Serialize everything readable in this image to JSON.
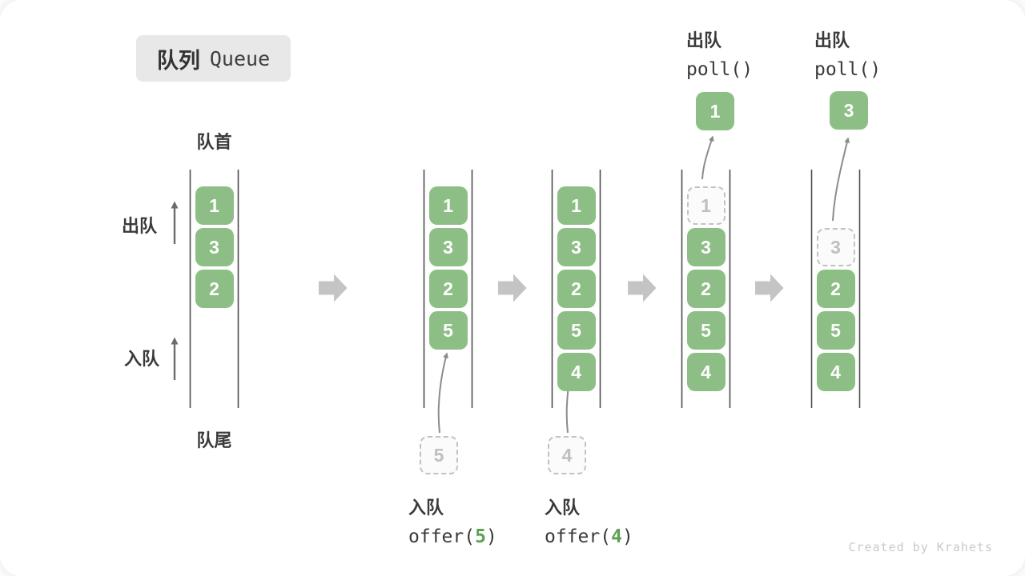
{
  "title": {
    "zh": "队列",
    "en": "Queue"
  },
  "labels": {
    "front": "队首",
    "rear": "队尾",
    "dequeue": "出队",
    "enqueue": "入队"
  },
  "colors": {
    "cell_green": "#8dbe85",
    "code_green": "#5ea154",
    "flow_arrow_gray": "#c4c4c4",
    "wall_gray": "#4d4d4d"
  },
  "queues": [
    {
      "slots": [
        {
          "v": "1",
          "state": "filled"
        },
        {
          "v": "3",
          "state": "filled"
        },
        {
          "v": "2",
          "state": "filled"
        }
      ]
    },
    {
      "slots": [
        {
          "v": "1",
          "state": "filled"
        },
        {
          "v": "3",
          "state": "filled"
        },
        {
          "v": "2",
          "state": "filled"
        },
        {
          "v": "5",
          "state": "filled"
        }
      ],
      "staged": {
        "v": "5"
      },
      "op": {
        "label": "入队",
        "pre": "offer(",
        "arg": "5",
        "post": ")"
      }
    },
    {
      "slots": [
        {
          "v": "1",
          "state": "filled"
        },
        {
          "v": "3",
          "state": "filled"
        },
        {
          "v": "2",
          "state": "filled"
        },
        {
          "v": "5",
          "state": "filled"
        },
        {
          "v": "4",
          "state": "filled"
        }
      ],
      "staged": {
        "v": "4"
      },
      "op": {
        "label": "入队",
        "pre": "offer(",
        "arg": "4",
        "post": ")"
      }
    },
    {
      "slots": [
        {
          "v": "1",
          "state": "removed"
        },
        {
          "v": "3",
          "state": "filled"
        },
        {
          "v": "2",
          "state": "filled"
        },
        {
          "v": "5",
          "state": "filled"
        },
        {
          "v": "4",
          "state": "filled"
        }
      ],
      "floating": {
        "v": "1"
      },
      "op": {
        "label": "出队",
        "code": "poll()"
      }
    },
    {
      "slots": [
        {
          "state": "empty"
        },
        {
          "v": "3",
          "state": "removed"
        },
        {
          "v": "2",
          "state": "filled"
        },
        {
          "v": "5",
          "state": "filled"
        },
        {
          "v": "4",
          "state": "filled"
        }
      ],
      "floating": {
        "v": "3"
      },
      "op": {
        "label": "出队",
        "code": "poll()"
      }
    }
  ],
  "watermark": "Created by Krahets"
}
